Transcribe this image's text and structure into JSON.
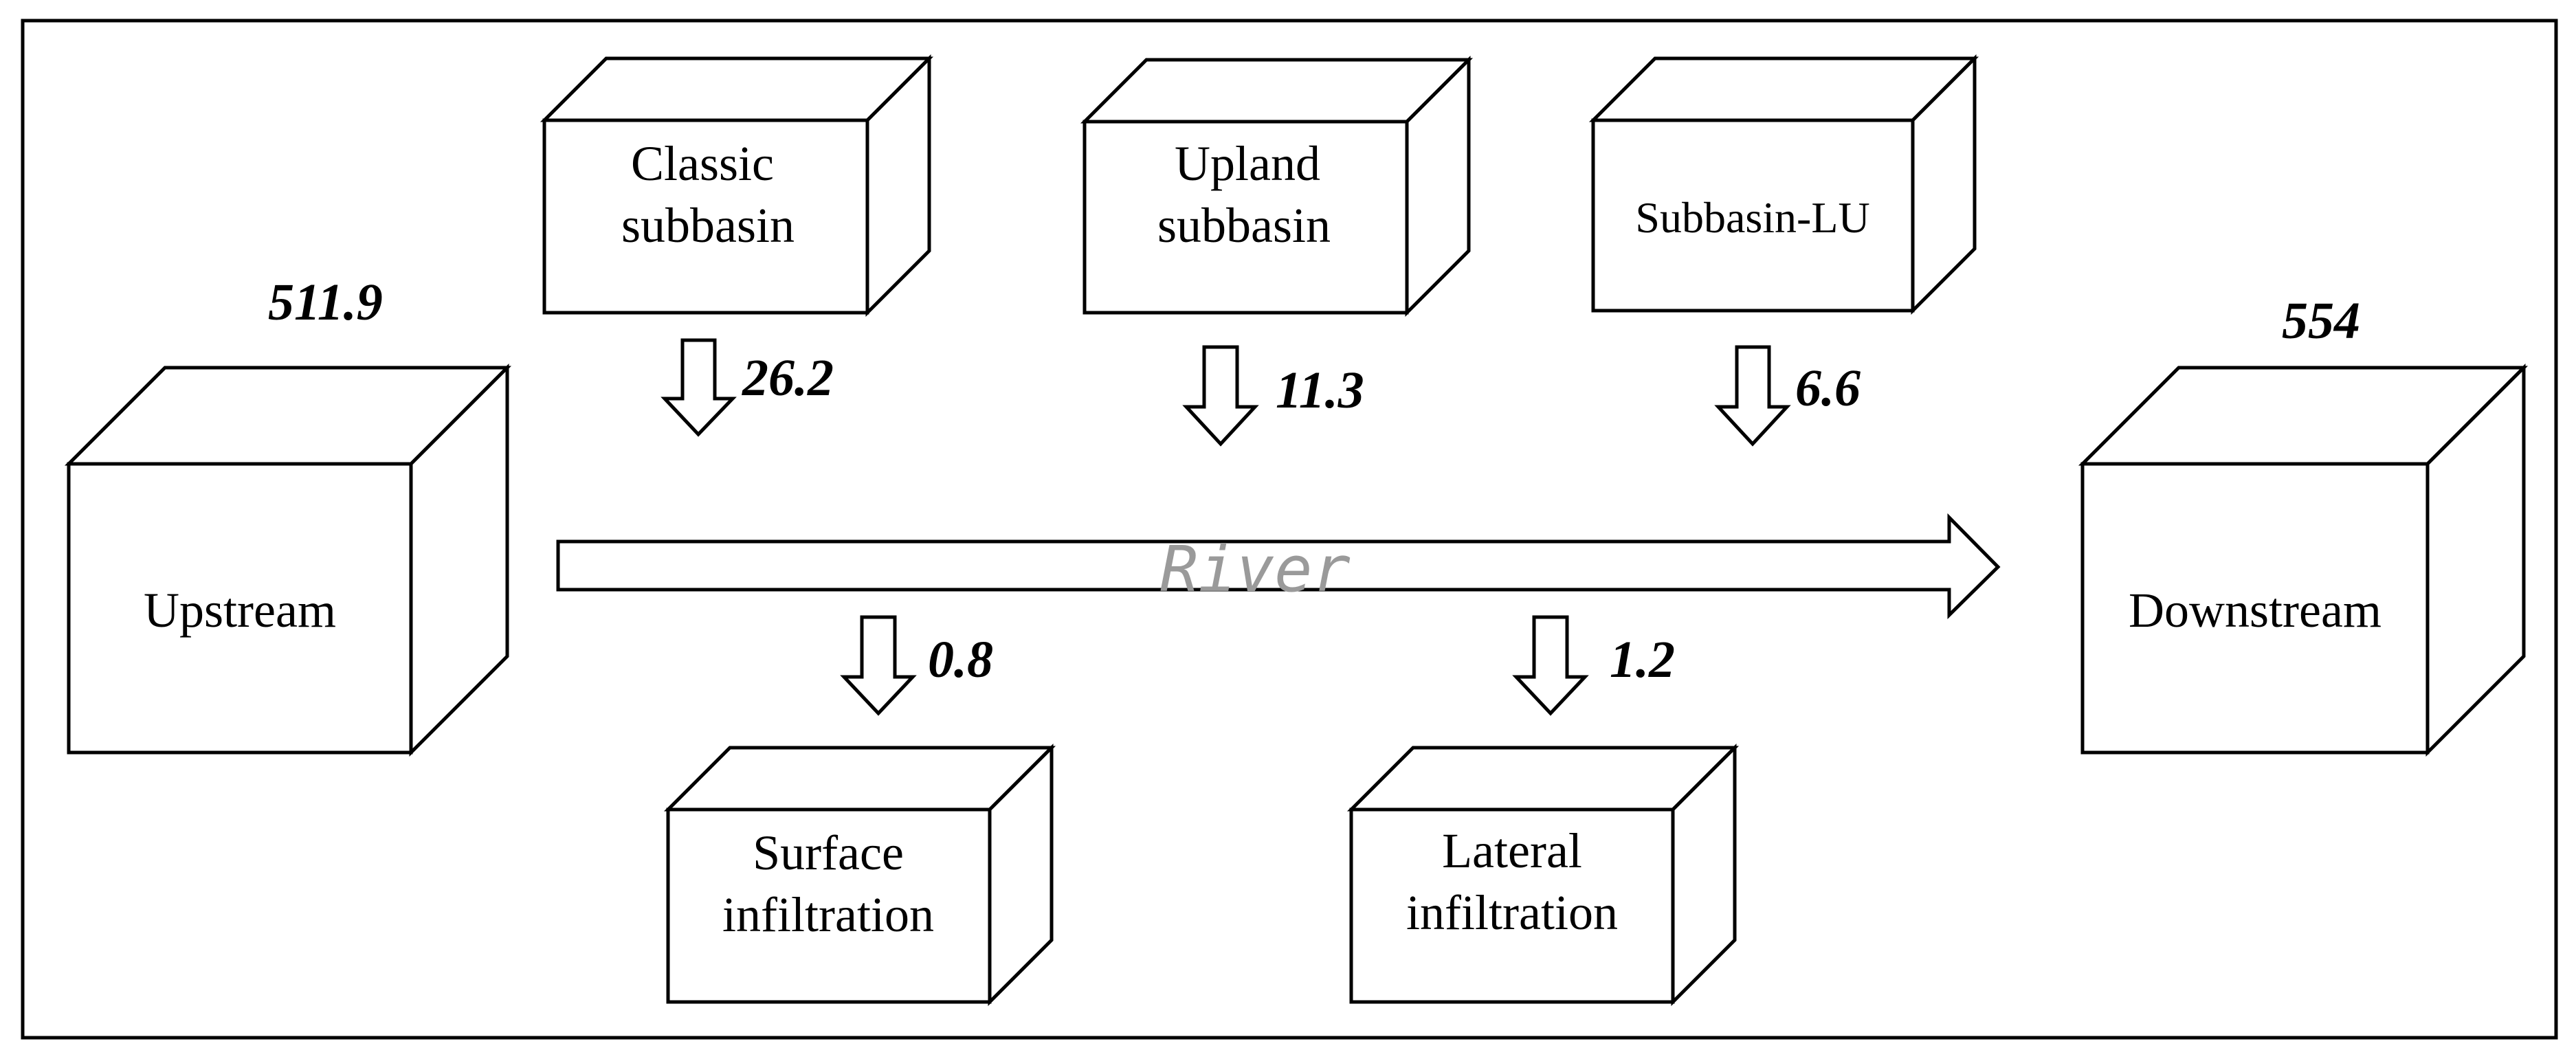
{
  "diagram": {
    "boxes": {
      "upstream": [
        "Upstream"
      ],
      "downstream": [
        "Downstream"
      ],
      "classic": [
        "Classic",
        "subbasin"
      ],
      "upland": [
        "Upland",
        "subbasin"
      ],
      "subbasin_lu": [
        "Subbasin-LU"
      ],
      "surface": [
        "Surface",
        "infiltration"
      ],
      "lateral": [
        "Lateral",
        "infiltration"
      ]
    },
    "values": {
      "upstream": "511.9",
      "downstream": "554",
      "classic": "26.2",
      "upland": "11.3",
      "subbasin_lu": "6.6",
      "surface": "0.8",
      "lateral": "1.2"
    },
    "river_label": "River"
  }
}
